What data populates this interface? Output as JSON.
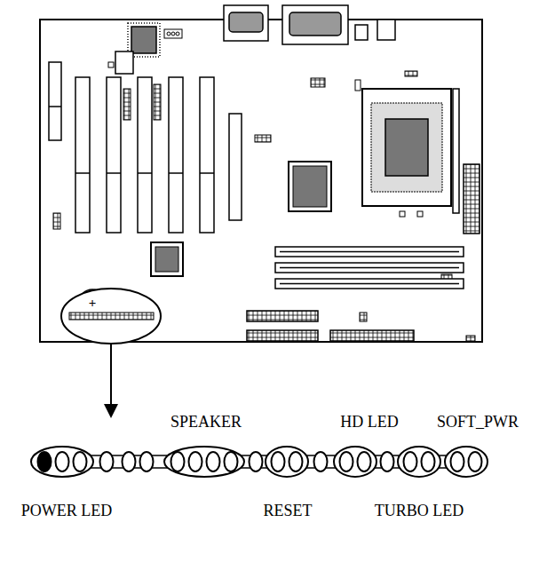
{
  "diagram": {
    "labels": [
      "SPEAKER",
      "HD LED",
      "SOFT_PWR",
      "POWER LED",
      "RESET",
      "TURBO LED",
      "+"
    ]
  }
}
